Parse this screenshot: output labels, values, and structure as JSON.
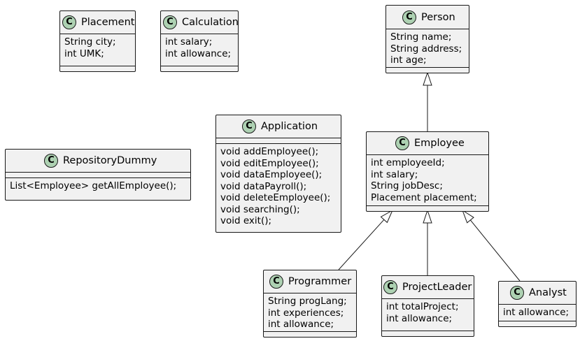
{
  "classes": [
    {
      "id": "placement",
      "name": "Placement",
      "icon": "C",
      "fields": [
        "String city;",
        "int UMK;"
      ],
      "methods": []
    },
    {
      "id": "calculation",
      "name": "Calculation",
      "icon": "C",
      "fields": [
        "int salary;",
        "int allowance;"
      ],
      "methods": []
    },
    {
      "id": "person",
      "name": "Person",
      "icon": "C",
      "fields": [
        "String name;",
        "String address;",
        "int age;"
      ],
      "methods": []
    },
    {
      "id": "application",
      "name": "Application",
      "icon": "C",
      "fields": [],
      "methods": [
        "void addEmployee();",
        "void editEmployee();",
        "void dataEmployee();",
        "void dataPayroll();",
        "void deleteEmployee();",
        "void searching();",
        "void exit();"
      ]
    },
    {
      "id": "employee",
      "name": "Employee",
      "icon": "C",
      "fields": [
        "int employeeId;",
        "int salary;",
        "String jobDesc;",
        "Placement placement;"
      ],
      "methods": []
    },
    {
      "id": "repository-dummy",
      "name": "RepositoryDummy",
      "icon": "C",
      "fields": [],
      "methods": [
        "List<Employee> getAllEmployee();"
      ]
    },
    {
      "id": "programmer",
      "name": "Programmer",
      "icon": "C",
      "fields": [
        "String progLang;",
        "int experiences;",
        "int allowance;"
      ],
      "methods": []
    },
    {
      "id": "project-leader",
      "name": "ProjectLeader",
      "icon": "C",
      "fields": [
        "int totalProject;",
        "int allowance;"
      ],
      "methods": []
    },
    {
      "id": "analyst",
      "name": "Analyst",
      "icon": "C",
      "fields": [
        "int allowance;"
      ],
      "methods": []
    }
  ],
  "relations": [
    {
      "type": "inheritance",
      "from": "employee",
      "to": "person"
    },
    {
      "type": "inheritance",
      "from": "programmer",
      "to": "employee"
    },
    {
      "type": "inheritance",
      "from": "project-leader",
      "to": "employee"
    },
    {
      "type": "inheritance",
      "from": "analyst",
      "to": "employee"
    }
  ],
  "colors": {
    "class_fill": "#f1f1f1",
    "border": "#181818",
    "badge": "#add1b2",
    "text": "#000000"
  }
}
